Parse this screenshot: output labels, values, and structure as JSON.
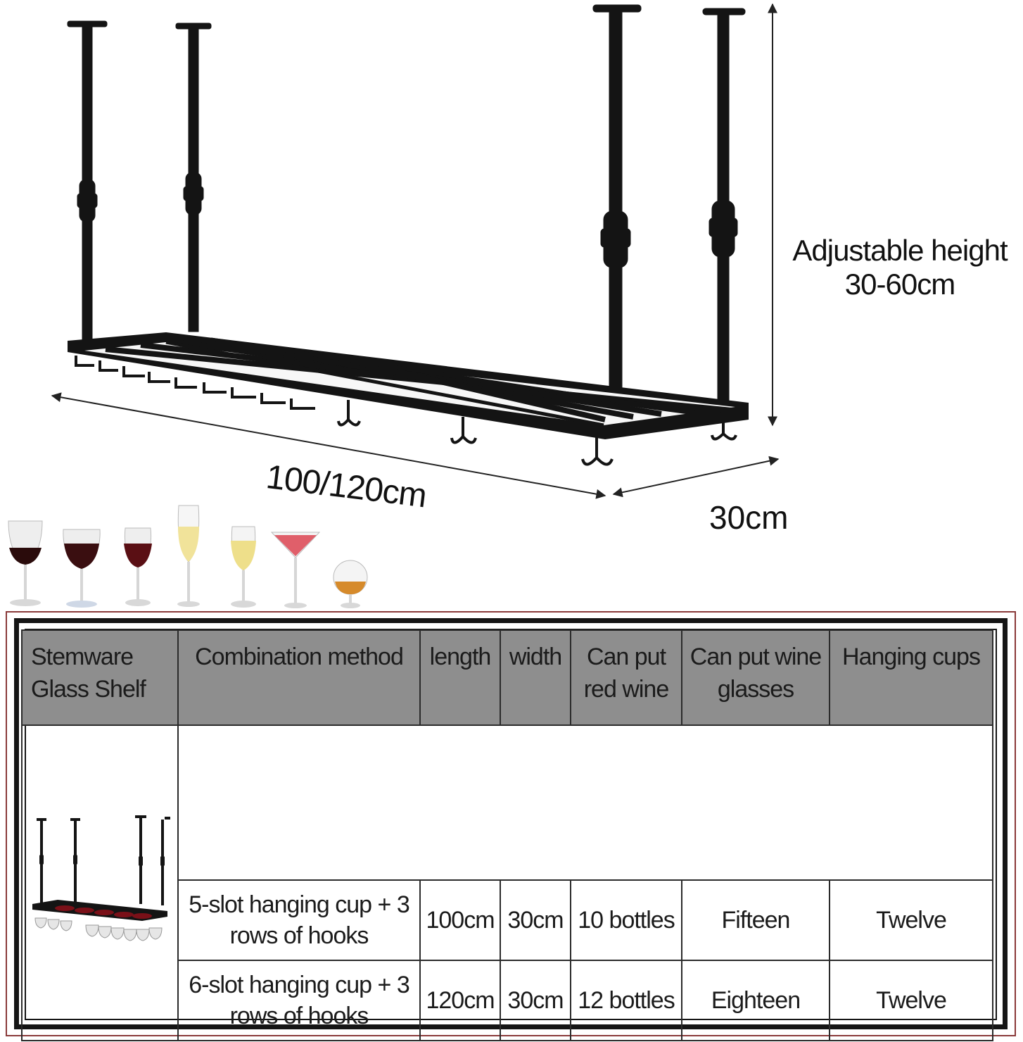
{
  "illustration": {
    "height_label_line1": "Adjustable height",
    "height_label_line2": "30-60cm",
    "length_label": "100/120cm",
    "width_label": "30cm",
    "rack_color": "#141414",
    "glasses": [
      "wine-glass-icon",
      "wine-glass-icon",
      "wine-glass-icon",
      "champagne-flute-icon",
      "white-wine-glass-icon",
      "martini-glass-icon",
      "brandy-snifter-icon"
    ]
  },
  "table": {
    "header": {
      "col1": "Stemware Glass Shelf",
      "col2": "Combination method",
      "col3": "length",
      "col4": "width",
      "col5": "Can put red wine",
      "col6": "Can put wine glasses",
      "col7": "Hanging cups"
    },
    "rows": [
      {
        "combination": "5-slot hanging cup + 3 rows of hooks",
        "length": "100cm",
        "width": "30cm",
        "red_wine": "10 bottles",
        "wine_glasses": "Fifteen",
        "hanging_cups": "Twelve"
      },
      {
        "combination": "6-slot hanging cup + 3 rows of hooks",
        "length": "120cm",
        "width": "30cm",
        "red_wine": "12 bottles",
        "wine_glasses": "Eighteen",
        "hanging_cups": "Twelve"
      }
    ],
    "header_bg": "#8e8e8e",
    "frame_accent": "#8a3a3a"
  }
}
